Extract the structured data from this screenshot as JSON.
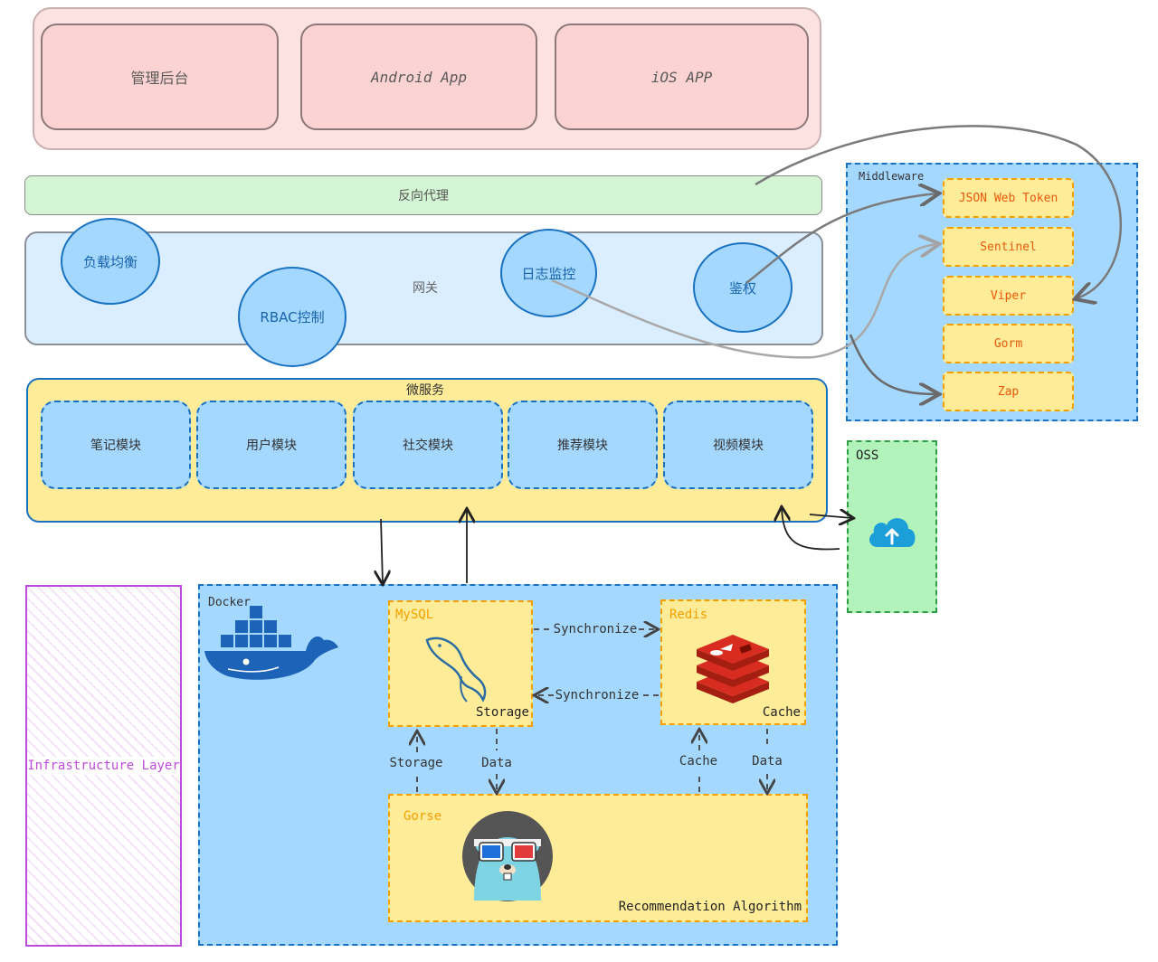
{
  "clients": {
    "items": [
      "管理后台",
      "Android App",
      "iOS APP"
    ]
  },
  "proxy": {
    "label": "反向代理"
  },
  "gateway": {
    "label": "网关",
    "features": [
      "负载均衡",
      "RBAC控制",
      "日志监控",
      "鉴权"
    ]
  },
  "microservices": {
    "title": "微服务",
    "modules": [
      "笔记模块",
      "用户模块",
      "社交模块",
      "推荐模块",
      "视频模块"
    ]
  },
  "middleware": {
    "title": "Middleware",
    "items": [
      "JSON Web Token",
      "Sentinel",
      "Viper",
      "Gorm",
      "Zap"
    ]
  },
  "oss": {
    "title": "OSS",
    "icon": "cloud-upload-icon"
  },
  "infrastructure": {
    "label": "Infrastructure Layer"
  },
  "docker": {
    "title": "Docker",
    "icon": "docker-whale-icon",
    "mysql": {
      "title": "MySQL",
      "tag": "Storage",
      "icon": "mysql-dolphin-icon"
    },
    "redis": {
      "title": "Redis",
      "tag": "Cache",
      "icon": "redis-icon"
    },
    "gorse": {
      "title": "Gorse",
      "tag": "Recommendation Algorithm",
      "icon": "gopher-3d-glasses-icon"
    },
    "edges": {
      "sync_right": "Synchronize",
      "sync_left": "Synchronize",
      "mysql_up": "Storage",
      "mysql_down": "Data",
      "redis_up": "Cache",
      "redis_down": "Data"
    }
  },
  "colors": {
    "client_bg": "#fcd3d3",
    "proxy_bg": "#d3f5d3",
    "gateway_bg": "#dbeeff",
    "circle_bg": "#a5d8ff",
    "micro_bg": "#ffec99",
    "docker_bg": "#a5d8ff",
    "oss_bg": "#b2f2bb",
    "accent_orange": "#f59f00",
    "infra_purple": "#be4bdb"
  }
}
